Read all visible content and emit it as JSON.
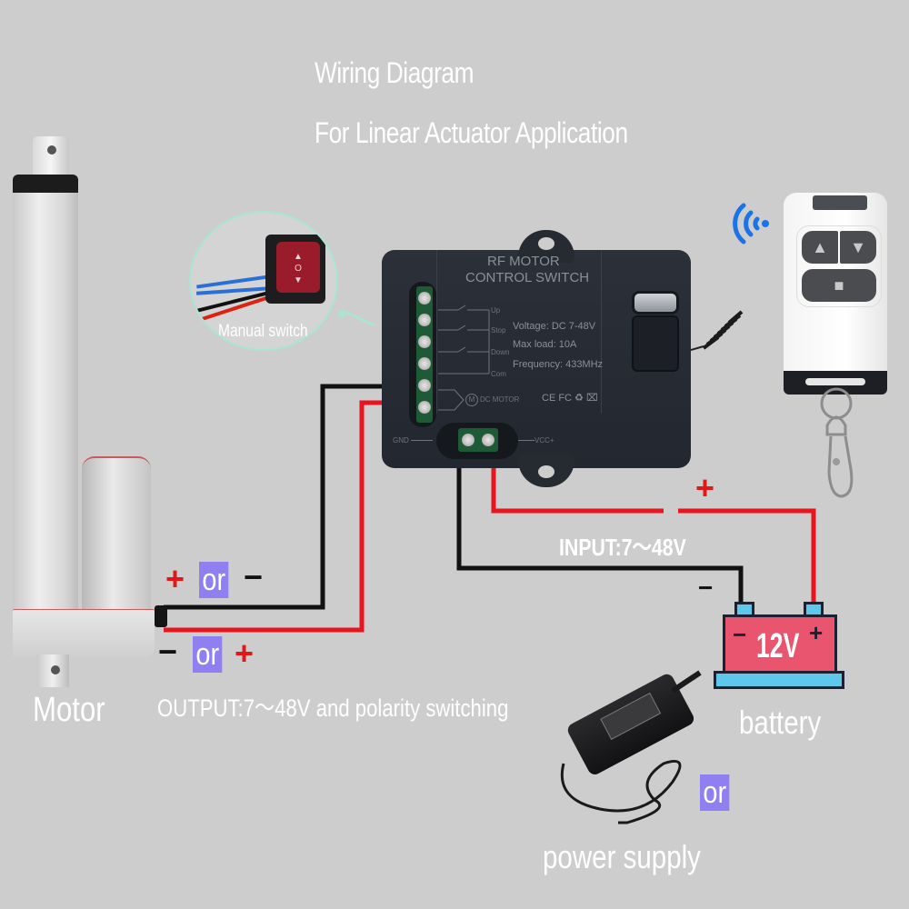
{
  "title": {
    "line1": "Wiring Diagram",
    "line2": "For Linear Actuator Application"
  },
  "manual_switch": {
    "label": "Manual switch",
    "symbols": [
      "▲",
      "O",
      "▼"
    ]
  },
  "controller": {
    "name_line1": "RF MOTOR",
    "name_line2": "CONTROL SWITCH",
    "switch_labels": [
      "Up",
      "Stop",
      "Down",
      "Com"
    ],
    "spec_voltage": "Voltage: DC 7-48V",
    "spec_load": "Max load: 10A",
    "spec_frequency": "Frequency: 433MHz",
    "motor_label": "DC MOTOR",
    "motor_symbol": "M",
    "certifications": "CE FC ♻ ⌧",
    "gnd_label": "GND",
    "vcc_label": "VCC+"
  },
  "remote": {
    "buttons": [
      "▲",
      "▼",
      "■"
    ],
    "signal_icon": "wireless-signal"
  },
  "motor": {
    "label": "Motor"
  },
  "output": {
    "polarity_top": {
      "left": "+",
      "or": "or",
      "right": "−"
    },
    "polarity_bottom": {
      "left": "−",
      "or": "or",
      "right": "+"
    },
    "label": "OUTPUT:7～48V and polarity switching"
  },
  "input": {
    "label": "INPUT:7～48V",
    "plus": "+",
    "minus": "−"
  },
  "battery": {
    "voltage": "12V",
    "neg": "−",
    "pos": "+",
    "label": "battery"
  },
  "power_supply": {
    "or": "or",
    "label": "power supply"
  },
  "colors": {
    "background": "#cdcdcd",
    "wire_red": "#e8141e",
    "wire_black": "#111111",
    "or_badge": "#8f7ff0",
    "battery_body": "#e9546f",
    "battery_base": "#5ec7ea",
    "signal_blue": "#1a73e8",
    "manual_switch_ring": "#a8e6d3"
  }
}
